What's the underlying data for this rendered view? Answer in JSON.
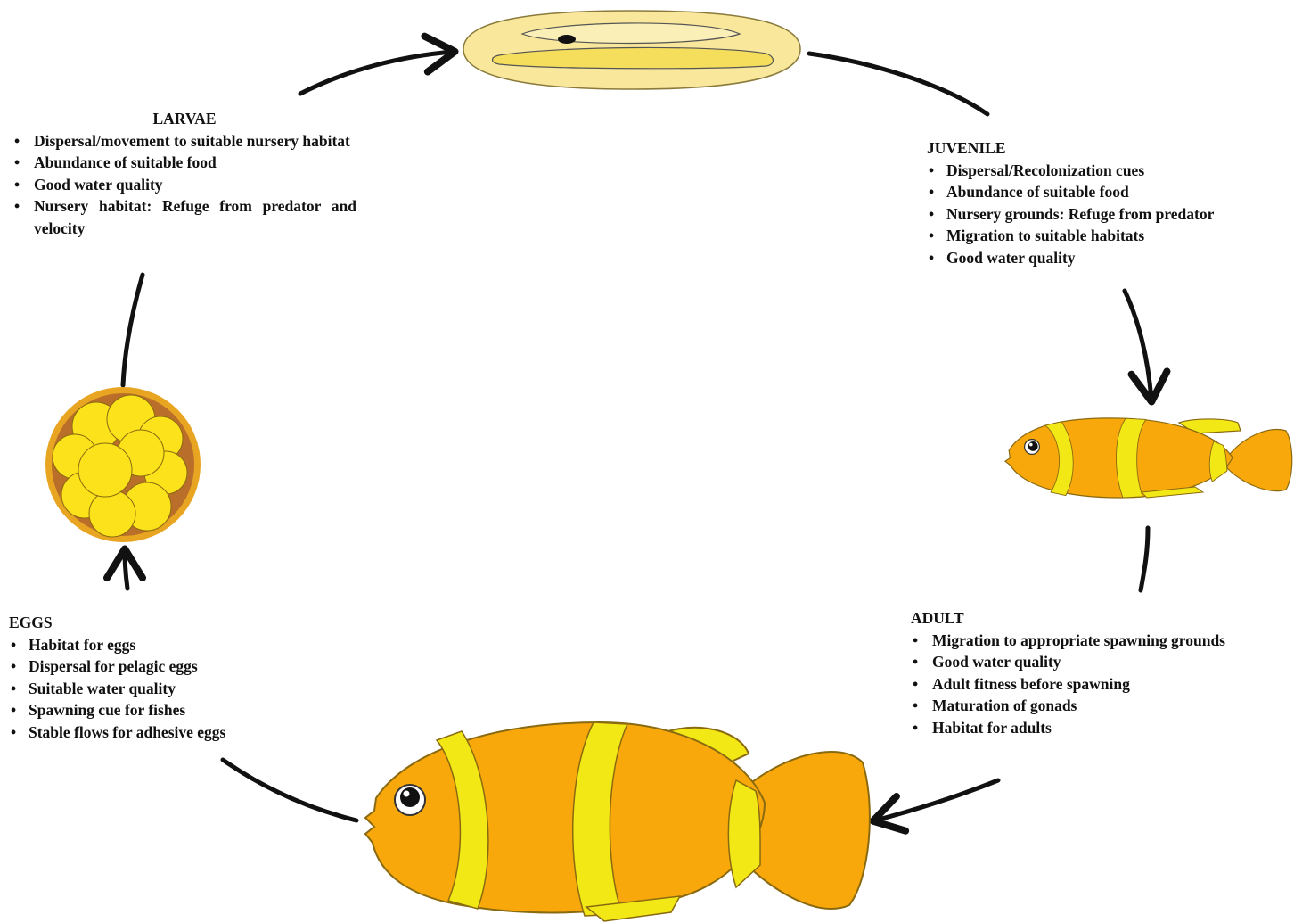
{
  "colors": {
    "fish_orange": "#F9A80C",
    "fish_stripe": "#F2E816",
    "larva_fill": "#F9E79B",
    "larva_yolk": "#F5DE5C",
    "egg_mass_brown": "#B96E2A",
    "egg_yellow": "#FBE21A",
    "arrow": "#111111"
  },
  "stages": {
    "larvae": {
      "title": "LARVAE",
      "items": [
        "Dispersal/movement to suitable nursery habitat",
        "Abundance of suitable food",
        "Good water quality",
        "Nursery habitat: Refuge from predator and velocity"
      ]
    },
    "juvenile": {
      "title": "JUVENILE",
      "items": [
        "Dispersal/Recolonization cues",
        "Abundance of suitable food",
        "Nursery grounds: Refuge from predator",
        "Migration to suitable habitats",
        "Good water quality"
      ]
    },
    "eggs": {
      "title": "EGGS",
      "items": [
        "Habitat for eggs",
        "Dispersal for pelagic eggs",
        "Suitable water quality",
        "Spawning cue for fishes",
        "Stable flows for adhesive eggs"
      ]
    },
    "adult": {
      "title": "ADULT",
      "items": [
        "Migration to appropriate spawning grounds",
        "Good water quality",
        "Adult fitness before spawning",
        "Maturation of gonads",
        "Habitat for adults"
      ]
    }
  }
}
